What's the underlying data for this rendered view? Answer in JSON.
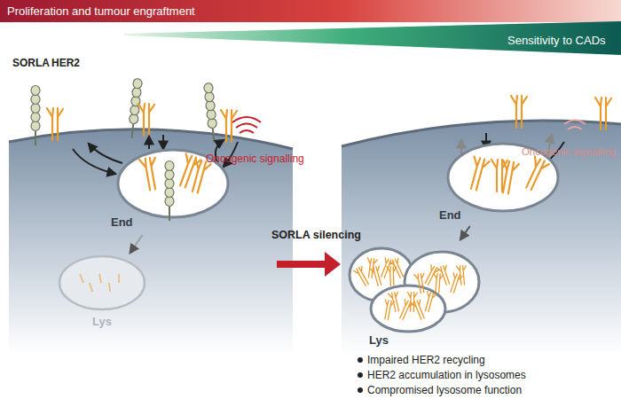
{
  "diagram": {
    "nodes": [
      {
        "text": [
          "End"
        ]
      },
      {
        "text": [
          "Lys"
        ]
      },
      {
        "text": [
          "End"
        ]
      },
      {
        "text": [
          "Lys"
        ]
      }
    ],
    "edges": [
      {
        "from": 0,
        "to": 1,
        "arrow": "to"
      },
      {
        "from": 2,
        "to": 3,
        "arrow": "to"
      }
    ],
    "labels": [
      "Proliferation and tumour engraftment",
      "Sensitivity to CADs",
      "SORLA",
      "HER2",
      "Oncogenic signalling",
      "SORLA silencing",
      "Oncogenic signalling",
      "Impaired HER2 recycling",
      "HER2 accumulation in lysosomes",
      "Compromised lysosome function"
    ]
  }
}
